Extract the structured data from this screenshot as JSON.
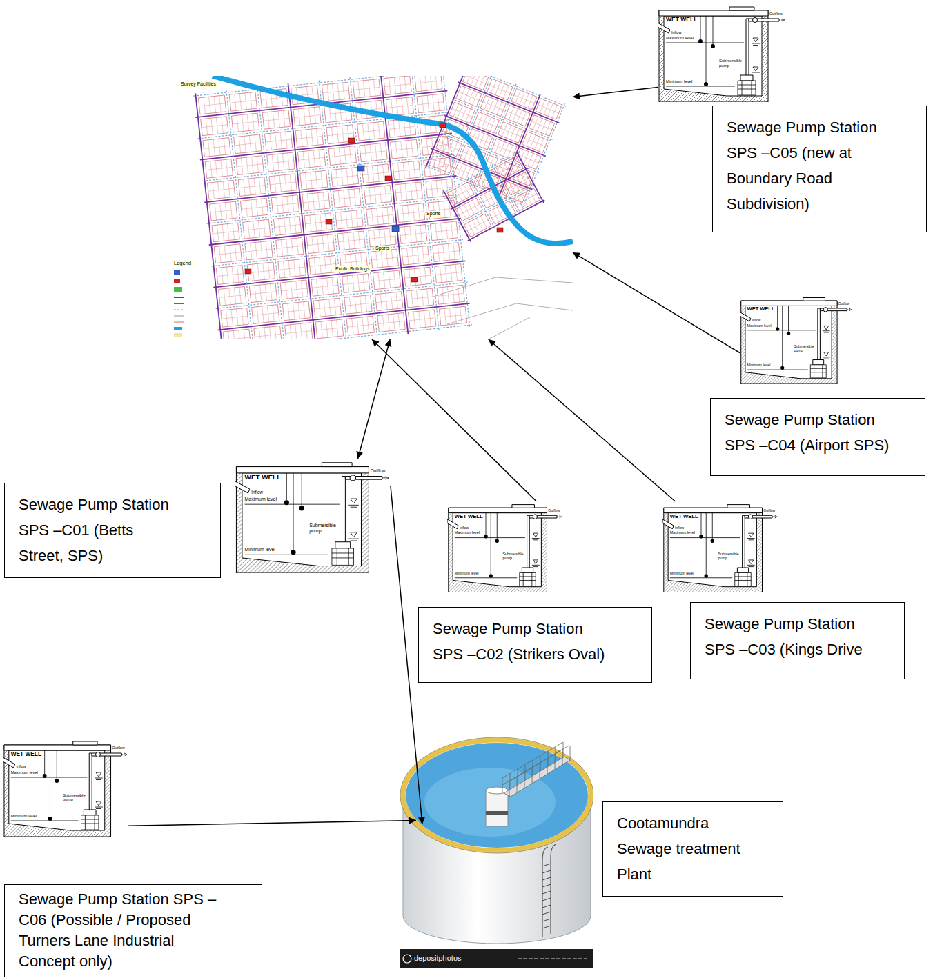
{
  "diagram": {
    "nodes": [
      {
        "text": [
          "WET WELL",
          "Inflow",
          "Maximum level",
          "Submersible pump",
          "Minimum level",
          "Outflow"
        ]
      },
      {
        "text": [
          "Survey Facilities",
          "Sports",
          "Sports",
          "Public Buildings",
          "Legend"
        ]
      },
      {
        "text": [
          "Sewage Pump Station SPS –C05 (new at Boundary Road Subdivision)"
        ]
      },
      {
        "text": [
          "WET WELL",
          "Inflow",
          "Maximum level",
          "Submersible pump",
          "Minimum level",
          "Outflow"
        ]
      },
      {
        "text": [
          "Sewage Pump Station SPS –C04 (Airport SPS)"
        ]
      },
      {
        "text": [
          "WET WELL",
          "Inflow",
          "Maximum level",
          "Submersible pump",
          "Minimum level",
          "Outflow"
        ]
      },
      {
        "text": [
          "Sewage Pump Station SPS –C01 (Betts Street, SPS)"
        ]
      },
      {
        "text": [
          "WET WELL",
          "Inflow",
          "Maximum level",
          "Submersible pump",
          "Minimum level",
          "Outflow"
        ]
      },
      {
        "text": [
          "WET WELL",
          "Inflow",
          "Maximum level",
          "Submersible pump",
          "Minimum level",
          "Outflow"
        ]
      },
      {
        "text": [
          "Sewage Pump Station SPS –C02 (Strikers Oval)"
        ]
      },
      {
        "text": [
          "Sewage Pump Station SPS –C03 (Kings Drive"
        ]
      },
      {
        "text": [
          "WET WELL",
          "Inflow",
          "Maximum level",
          "Submersible pump",
          "Minimum level",
          "Outflow"
        ]
      },
      {
        "text": [
          "depositphotos"
        ]
      },
      {
        "text": [
          "Cootamundra Sewage treatment Plant"
        ]
      },
      {
        "text": [
          "Sewage Pump Station SPS – C06 (Possible / Proposed Turners Lane Industrial Concept only)"
        ]
      }
    ],
    "edges": [
      {
        "from": 0,
        "to": 1,
        "arrow": "to"
      },
      {
        "from": 3,
        "to": 1,
        "arrow": "to"
      },
      {
        "from": 8,
        "to": 1,
        "arrow": "to"
      },
      {
        "from": 7,
        "to": 1,
        "arrow": "to"
      },
      {
        "from": 1,
        "to": 5,
        "arrow": "both"
      },
      {
        "from": 5,
        "to": 12,
        "arrow": "to"
      },
      {
        "from": 11,
        "to": 12,
        "arrow": "to"
      }
    ]
  }
}
